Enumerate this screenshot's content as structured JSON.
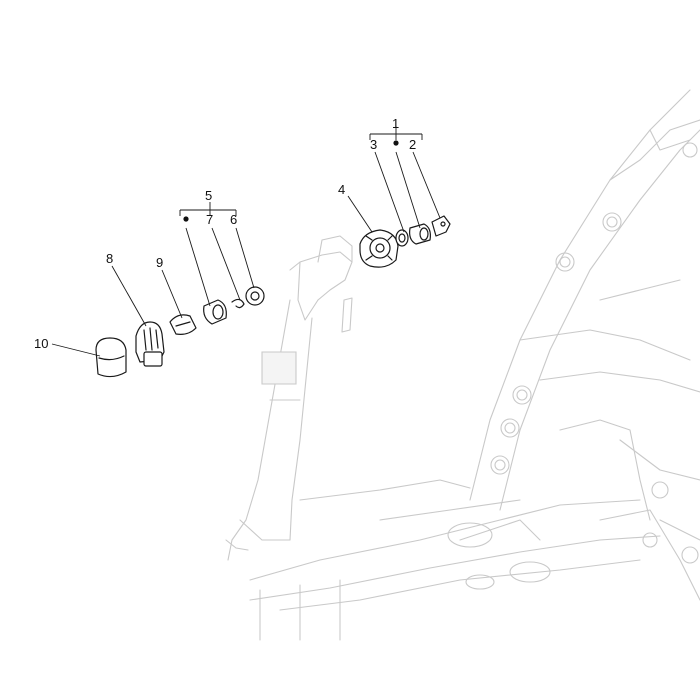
{
  "callouts": {
    "c1": "1",
    "c2": "2",
    "c3": "3",
    "c4": "4",
    "c5": "5",
    "c6": "6",
    "c7": "7",
    "c8": "8",
    "c9": "9",
    "c10": "10"
  },
  "colors": {
    "frame_stroke": "#c9c9c9",
    "part_stroke": "#1a1a1a",
    "background": "#ffffff"
  }
}
